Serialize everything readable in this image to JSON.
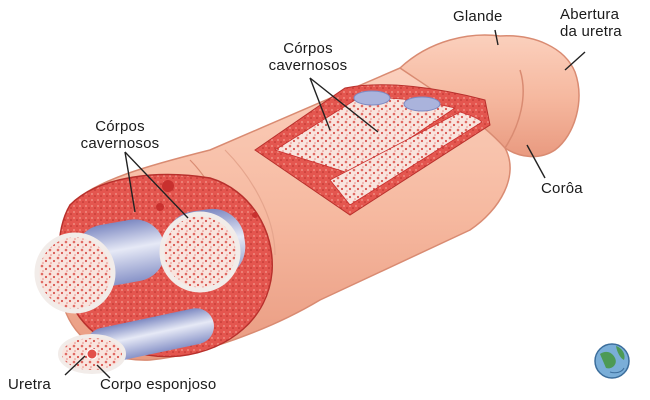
{
  "labels": {
    "glande": "Glande",
    "abertura_line1": "Abertura",
    "abertura_line2": "da uretra",
    "corpos_top_line1": "Córpos",
    "corpos_top_line2": "cavernosos",
    "corpos_left_line1": "Córpos",
    "corpos_left_line2": "cavernosos",
    "coroa": "Corôa",
    "uretra": "Uretra",
    "corpo_esponjoso": "Corpo esponjoso"
  },
  "colors": {
    "skin": "#f6b9a0",
    "skin_shade": "#e99a80",
    "tissue_red": "#e2504a",
    "tissue_dark": "#c8302e",
    "spongy": "#f7d9d2",
    "tube_blue": "#9aa6d4",
    "tube_highlight": "#e6e9f6",
    "label_text": "#1b1b1b"
  },
  "icons": [
    "globe-logo-icon"
  ]
}
